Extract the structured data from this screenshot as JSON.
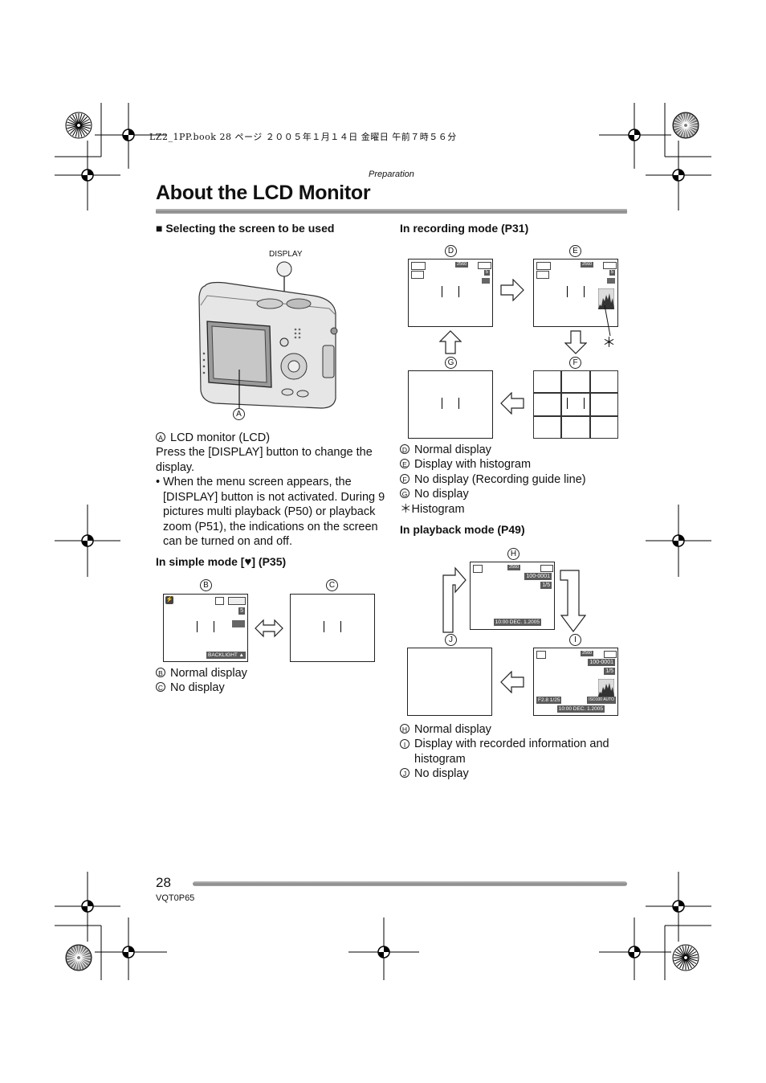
{
  "header_line": "LZ2_1PP.book  28 ページ  ２００５年１月１４日  金曜日  午前７時５６分",
  "section": "Preparation",
  "title": "About the LCD Monitor",
  "left": {
    "heading": "■ Selecting the screen to be used",
    "display_label": "DISPLAY",
    "callout_a": "A",
    "item_a": "LCD monitor (LCD)",
    "para1": "Press the [DISPLAY] button to change the display.",
    "bullet": "• When the menu screen appears, the [DISPLAY] button is not activated. During 9 pictures multi playback (P50) or playback zoom (P51), the indications on the screen can be turned on and off.",
    "simple_heading_pre": "In simple mode [",
    "simple_heading_post": "] (P35)",
    "b_label": "B",
    "c_label": "C",
    "screen_b": {
      "count": "5",
      "backlight": "BACKLIGHT ▲"
    },
    "item_b": "Normal display",
    "item_c": "No display"
  },
  "right": {
    "rec_heading": "In recording mode (P31)",
    "labels": {
      "d": "D",
      "e": "E",
      "f": "F",
      "g": "G",
      "h": "H",
      "i": "I",
      "j": "J"
    },
    "rec_screen": {
      "size": "2560",
      "count": "5"
    },
    "asterisk": "＊",
    "rec_items": [
      {
        "k": "D",
        "t": "Normal display"
      },
      {
        "k": "E",
        "t": "Display with histogram"
      },
      {
        "k": "F",
        "t": "No display (Recording guide line)"
      },
      {
        "k": "G",
        "t": "No display"
      }
    ],
    "histogram_note": "＊Histogram",
    "play_heading": "In playback mode (P49)",
    "play_screen": {
      "size": "2560",
      "file": "100-0001",
      "count": "1/5",
      "date": "10:00  DEC. 1.2005",
      "exposure": "F2.8 1/25",
      "iso": "ISO100 AUTO"
    },
    "play_items": [
      {
        "k": "H",
        "t": "Normal display"
      },
      {
        "k": "I",
        "t": "Display with recorded information and histogram"
      },
      {
        "k": "J",
        "t": "No display"
      }
    ]
  },
  "footer": {
    "page": "28",
    "code": "VQT0P65"
  }
}
